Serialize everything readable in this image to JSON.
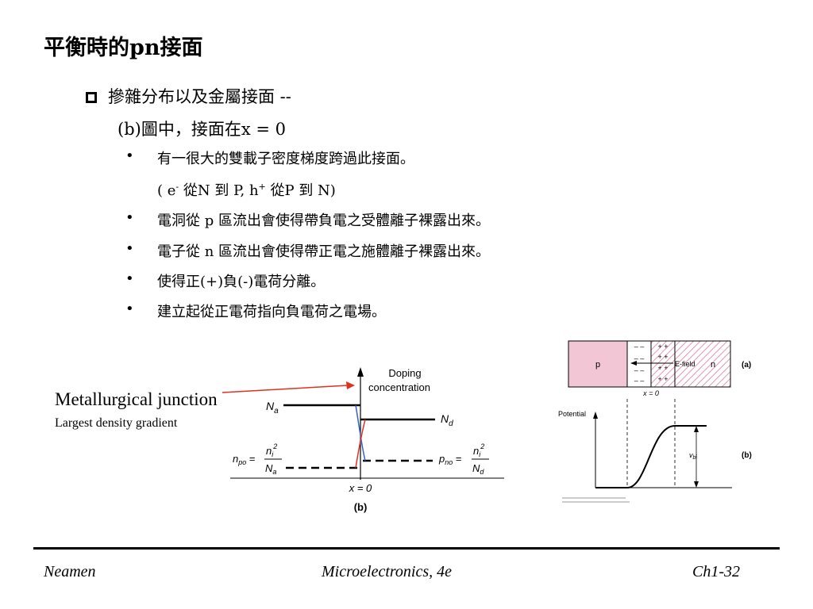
{
  "slide": {
    "title": "平衡時的pn接面",
    "section_heading": "摻雜分布以及金屬接面 --",
    "section_sub": "(b)圖中，接面在x = 0",
    "bullets": [
      {
        "text": "有一很大的雙載子密度梯度跨過此接面。",
        "continuation": {
          "pre1": "( e",
          "sup1": "-",
          "mid": " 從N 到 P, h",
          "sup2": "+",
          "post": " 從P 到 N)"
        }
      },
      {
        "text": "電洞從 p 區流出會使得帶負電之受體離子裸露出來。"
      },
      {
        "text": "電子從 n 區流出會使得帶正電之施體離子裸露出來。"
      },
      {
        "text": "使得正(+)負(-)電荷分離。"
      },
      {
        "text": "建立起從正電荷指向負電荷之電場。"
      }
    ],
    "bullet_glyph": "•"
  },
  "figure_b_doping": {
    "axis_label_line1": "Doping",
    "axis_label_line2": "concentration",
    "na_label": "N",
    "na_sub": "a",
    "nd_label": "N",
    "nd_sub": "d",
    "npo_label": "n",
    "npo_sub": "po",
    "pno_label": "p",
    "pno_sub": "no",
    "frac_num": "n",
    "frac_num_sup": "2",
    "frac_num_sub": "i",
    "x0_label": "x = 0",
    "caption": "(b)",
    "levels": {
      "Na": 1.0,
      "Nd": 0.66,
      "npo": 0.0,
      "pno": 0.0
    }
  },
  "annotation": {
    "metallurgical": "Metallurgical junction",
    "largest": "Largest density gradient",
    "arrow_color": "#e03020"
  },
  "figure_a": {
    "p_label": "p",
    "n_label": "n",
    "efield": "E-field",
    "x0_label": "x = 0",
    "caption": "(a)",
    "p_color": "#f2c6d4",
    "neg_symbol": "– –",
    "pos_symbol": "+ +"
  },
  "figure_b_potential": {
    "ylabel": "Potential",
    "vbi": "v",
    "vbi_sub": "bi",
    "caption": "(b)"
  },
  "footer": {
    "left": "Neamen",
    "center": "Microelectronics, 4e",
    "right": "Ch1-32"
  }
}
